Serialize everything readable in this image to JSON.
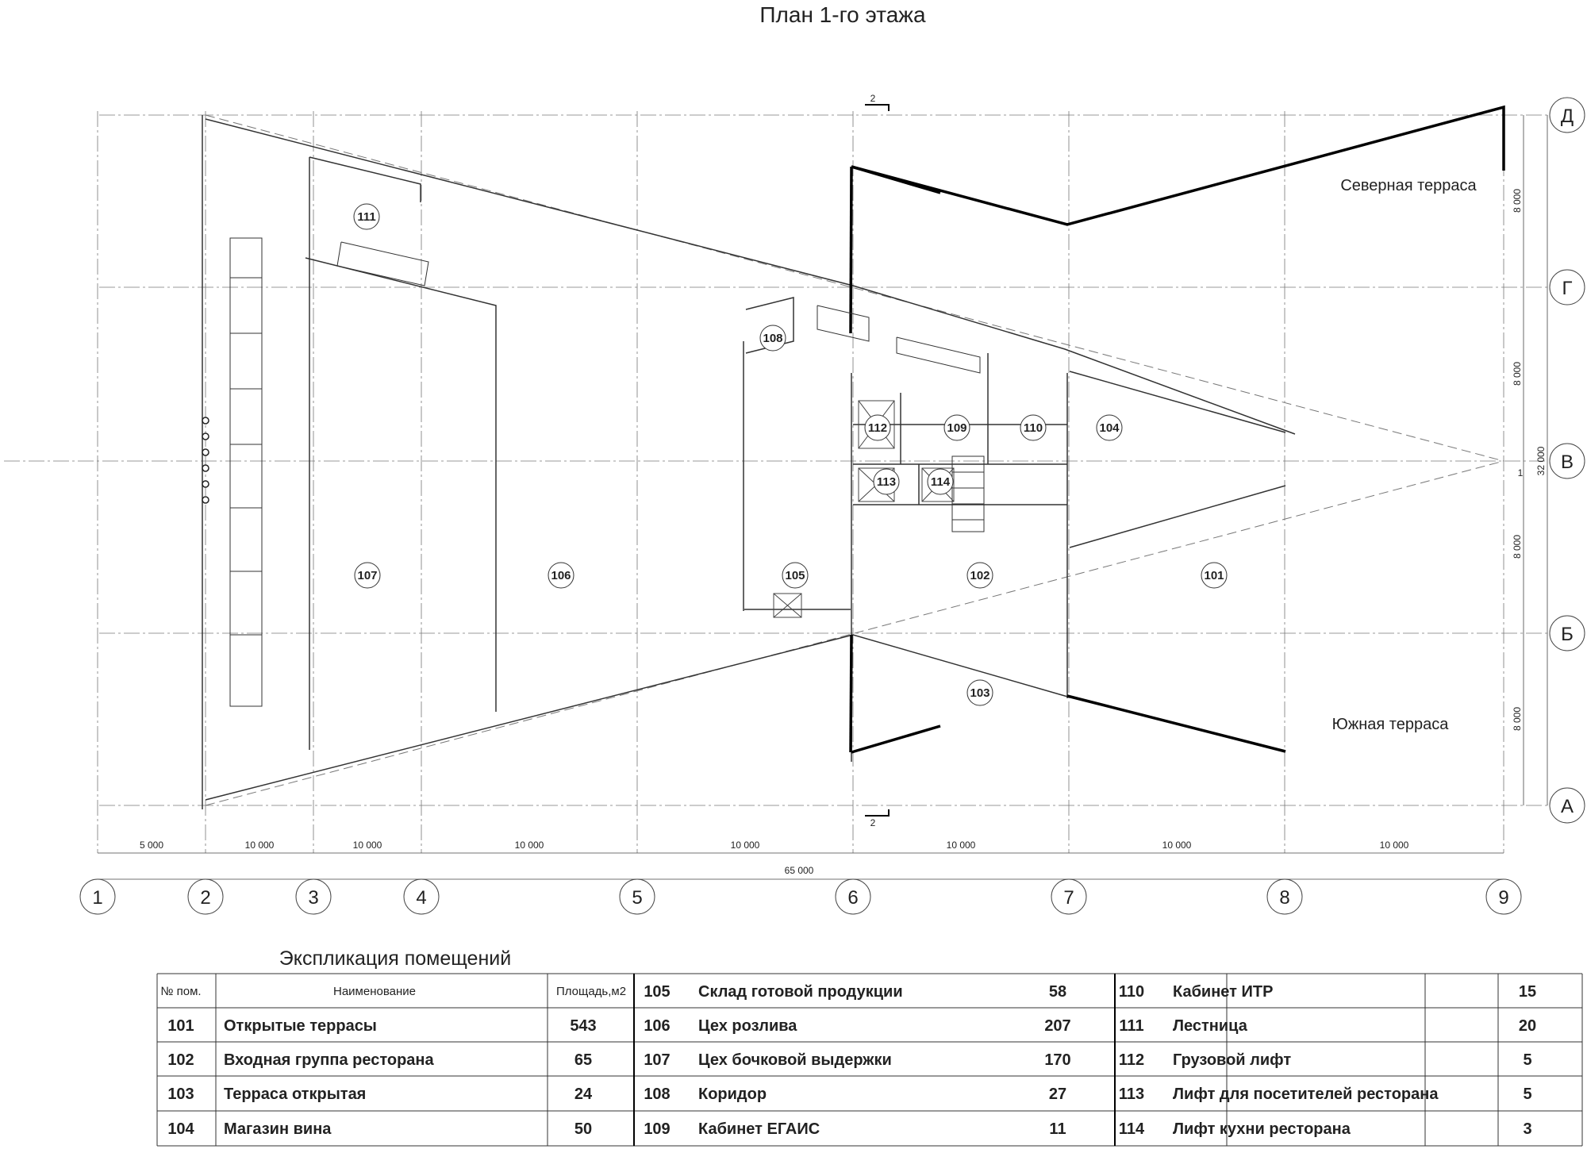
{
  "title": "План 1-го этажа",
  "column_axes": [
    "1",
    "2",
    "3",
    "4",
    "5",
    "6",
    "7",
    "8",
    "9"
  ],
  "row_axes": [
    "Д",
    "Г",
    "В",
    "Б",
    "А"
  ],
  "column_spans": [
    "5 000",
    "10 000",
    "10 000",
    "10 000",
    "10 000",
    "10 000",
    "10 000",
    "10 000"
  ],
  "total_width": "65 000",
  "row_spans": [
    "8 000",
    "8 000",
    "8 000",
    "8 000"
  ],
  "total_height": "32 000",
  "section_marks": [
    "2",
    "2",
    "1"
  ],
  "terraces": {
    "north": "Северная терраса",
    "south": "Южная терраса"
  },
  "rooms": [
    "101",
    "102",
    "103",
    "104",
    "105",
    "106",
    "107",
    "108",
    "109",
    "110",
    "111",
    "112",
    "113",
    "114"
  ],
  "explication": {
    "title": "Экспликация помещений",
    "headers": {
      "num": "№ пом.",
      "name": "Наименование",
      "area": "Площадь,м2"
    },
    "rows": [
      {
        "num": "101",
        "name": "Открытые террасы",
        "area": "543"
      },
      {
        "num": "102",
        "name": "Входная группа ресторана",
        "area": "65"
      },
      {
        "num": "103",
        "name": "Терраса открытая",
        "area": "24"
      },
      {
        "num": "104",
        "name": "Магазин вина",
        "area": "50"
      },
      {
        "num": "105",
        "name": "Склад готовой продукции",
        "area": "58"
      },
      {
        "num": "106",
        "name": "Цех розлива",
        "area": "207"
      },
      {
        "num": "107",
        "name": "Цех бочковой выдержки",
        "area": "170"
      },
      {
        "num": "108",
        "name": "Коридор",
        "area": "27"
      },
      {
        "num": "109",
        "name": "Кабинет ЕГАИС",
        "area": "11"
      },
      {
        "num": "110",
        "name": "Кабинет ИТР",
        "area": "15"
      },
      {
        "num": "111",
        "name": "Лестница",
        "area": "20"
      },
      {
        "num": "112",
        "name": "Грузовой лифт",
        "area": "5"
      },
      {
        "num": "113",
        "name": "Лифт для посетителей ресторана",
        "area": "5"
      },
      {
        "num": "114",
        "name": "Лифт кухни ресторана",
        "area": "3"
      }
    ]
  }
}
